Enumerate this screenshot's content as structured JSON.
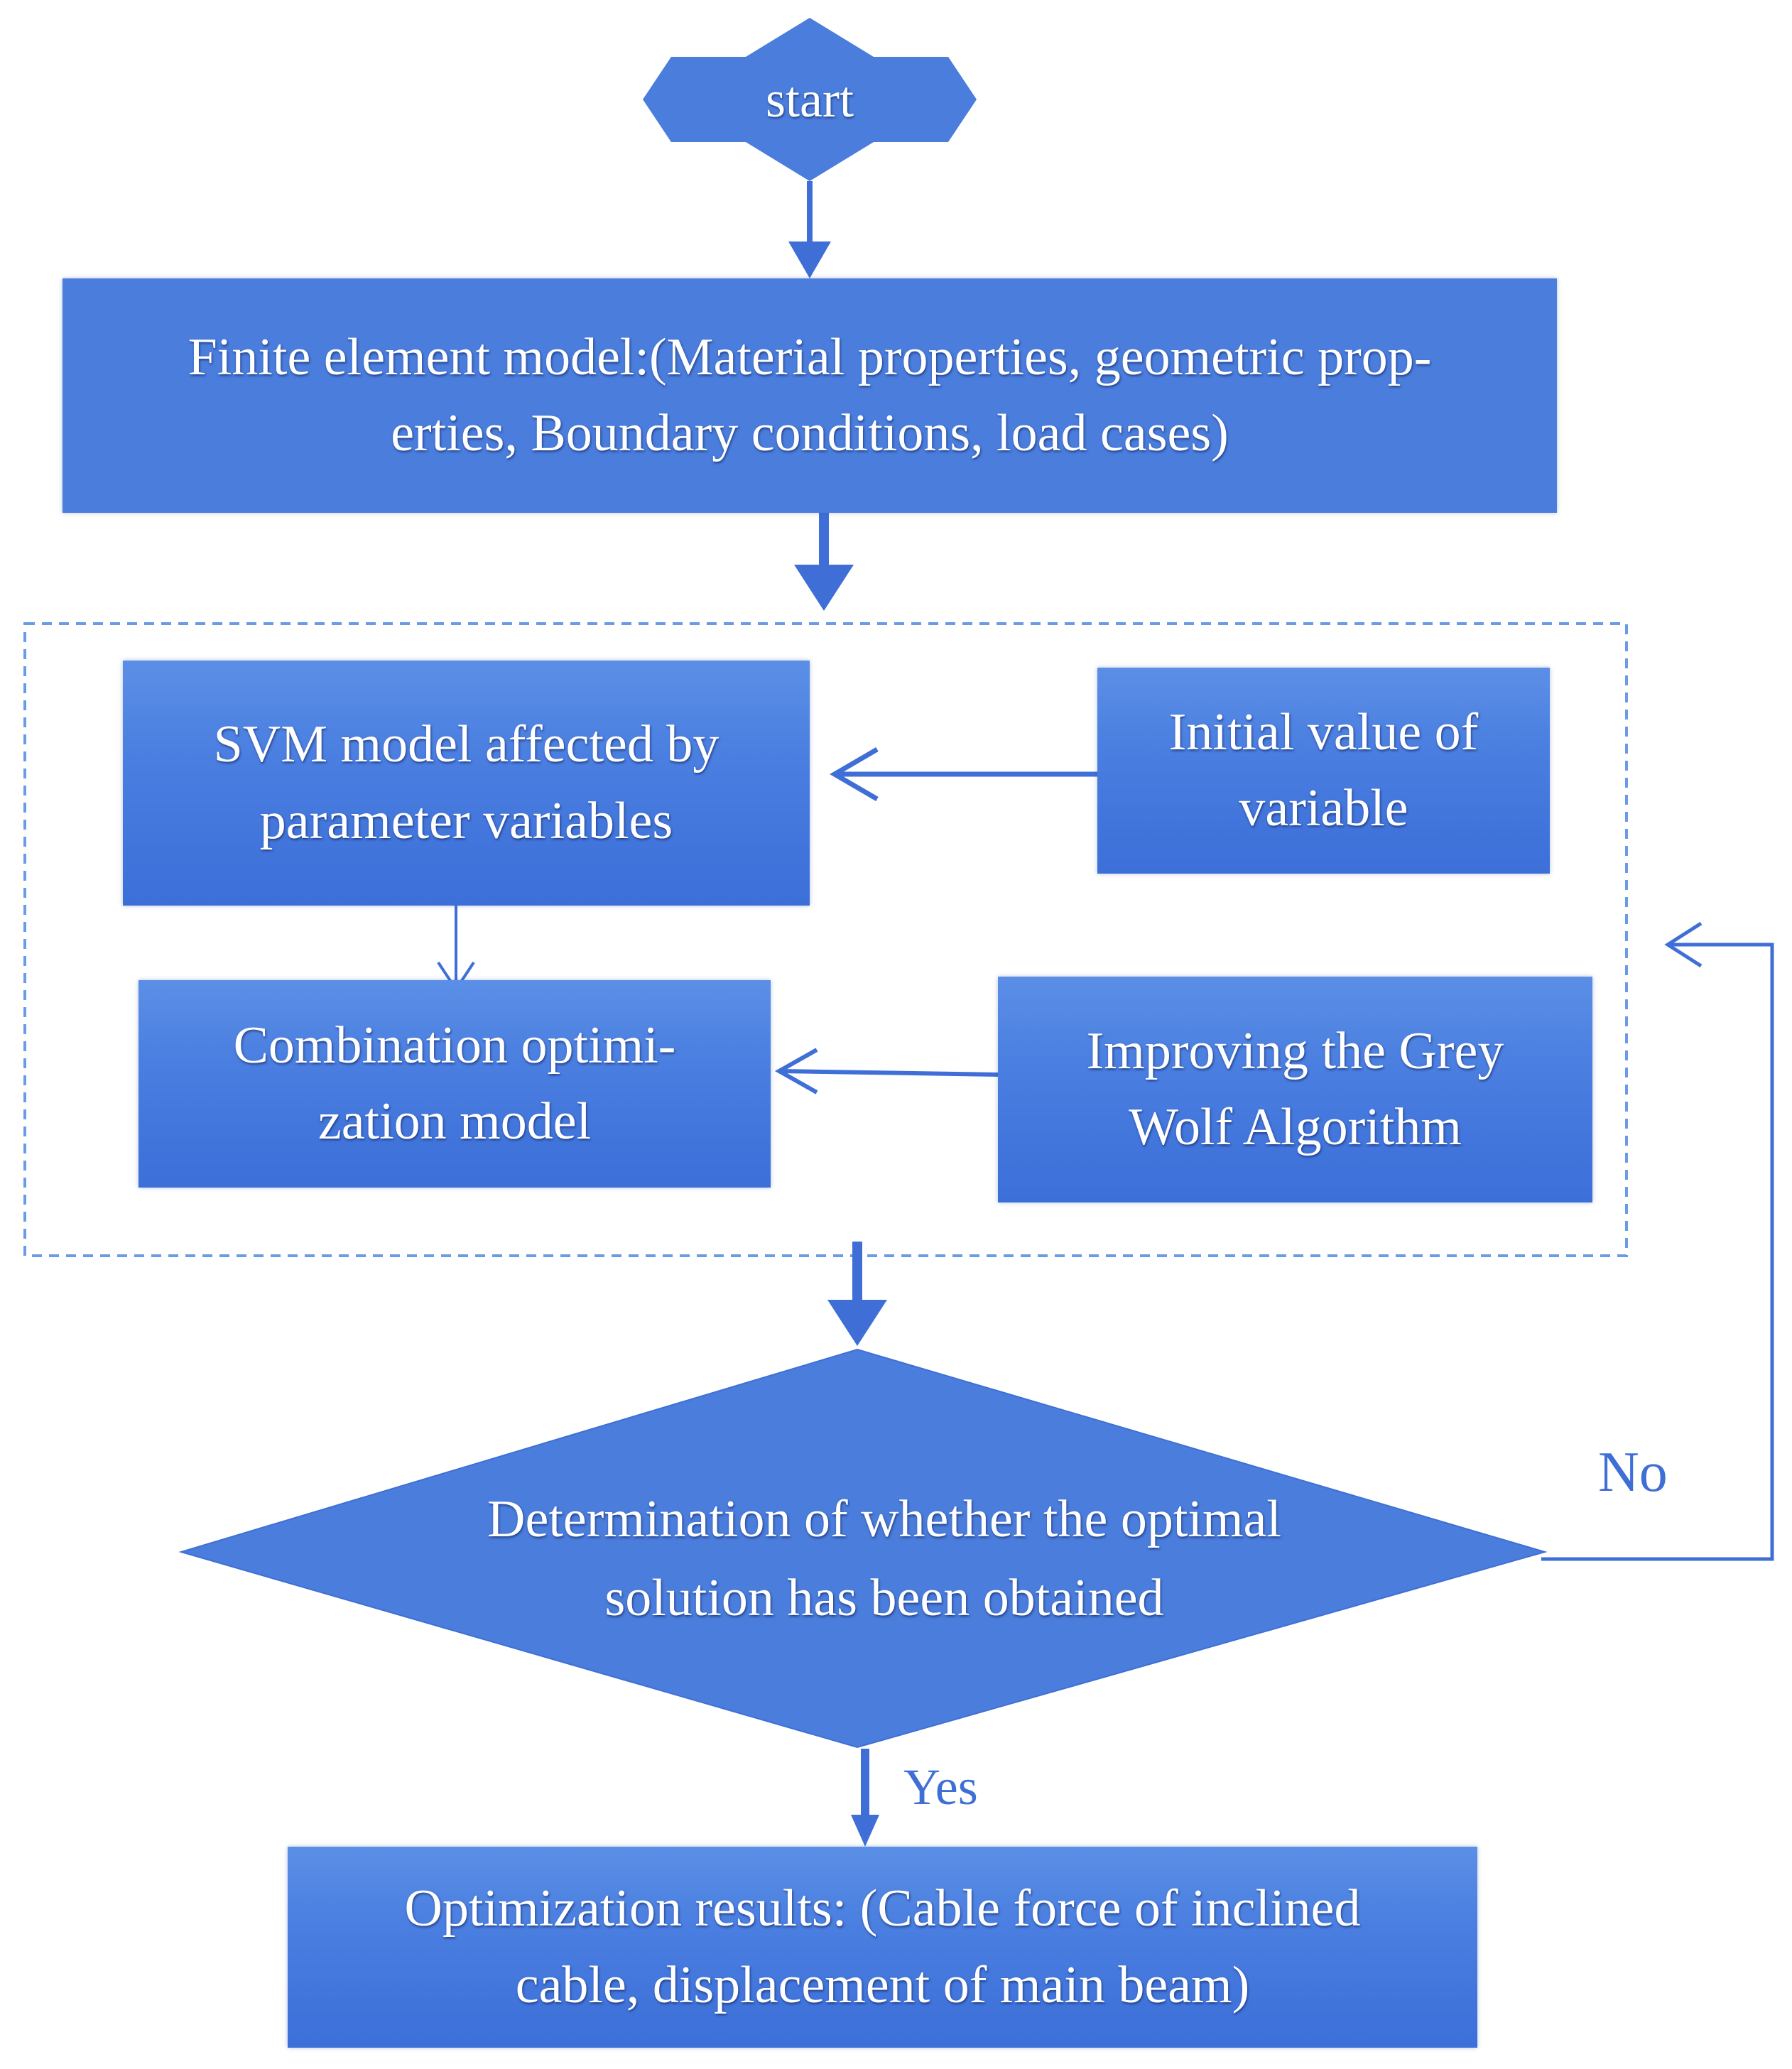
{
  "nodes": {
    "start": {
      "label": "start"
    },
    "finite_element": {
      "line1": "Finite element  model:(Material properties, geometric prop-",
      "line2": "erties, Boundary conditions, load cases)"
    },
    "svm_model": {
      "line1": "SVM model affected by",
      "line2": "parameter variables"
    },
    "initial_value": {
      "line1": "Initial value of",
      "line2": "variable"
    },
    "combination": {
      "line1": "Combination optimi-",
      "line2": "zation model"
    },
    "grey_wolf": {
      "line1": "Improving the Grey",
      "line2": "Wolf Algorithm"
    },
    "decision": {
      "line1": "Determination of whether the optimal",
      "line2": "solution has been  obtained"
    },
    "results": {
      "line1": "Optimization results: (Cable force of inclined",
      "line2": "cable, displacement of main beam)"
    }
  },
  "edges": {
    "no_label": "No",
    "yes_label": "Yes"
  },
  "colors": {
    "fill": "#4a7ddc",
    "stroke": "#3f6fd6",
    "text": "#ffffff"
  }
}
